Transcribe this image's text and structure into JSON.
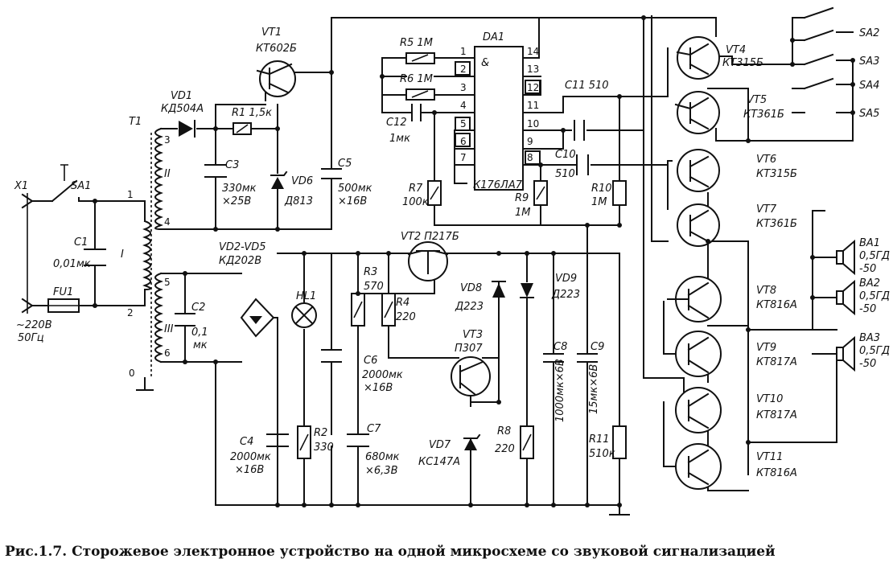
{
  "caption": "Рис.1.7. Сторожевое электронное устройство на одной микросхеме со звуковой сигнализацией",
  "labels": {
    "x1": "X1",
    "sa1": "SA1",
    "c1": "C1",
    "c1v": "0,01мк",
    "fu1": "FU1",
    "mains1": "~220В",
    "mains2": "50Гц",
    "t1": "T1",
    "wI": "I",
    "wII": "II",
    "wIII": "III",
    "p1": "1",
    "p2": "2",
    "p3": "3",
    "p4": "4",
    "p5": "5",
    "p6": "6",
    "p0": "0",
    "vd1": "VD1",
    "vd1t": "КД504А",
    "r1": "R1 1,5к",
    "vt1": "VT1",
    "vt1t": "КТ602Б",
    "c3": "C3",
    "c3v1": "330мк",
    "c3v2": "×25В",
    "vd6": "VD6",
    "vd6t": "Д813",
    "c5": "C5",
    "c5v1": "500мк",
    "c5v2": "×16В",
    "c2": "C2",
    "c2v1": "0,1",
    "c2v2": "мк",
    "vd25": "VD2-VD5",
    "vd25t": "КД202В",
    "hl1": "HL1",
    "c4": "C4",
    "c4v1": "2000мк",
    "c4v2": "×16В",
    "r2": "R2",
    "r2v": "330",
    "r3": "R3",
    "r3v": "570",
    "r4": "R4",
    "r4v": "220",
    "c6": "C6",
    "c6v1": "2000мк",
    "c6v2": "×16В",
    "c7": "C7",
    "c7v1": "680мк",
    "c7v2": "×6,3В",
    "vt2": "VT2  П217Б",
    "vt3": "VT3",
    "vt3t": "П307",
    "vd7": "VD7",
    "vd7t": "КС147А",
    "vd8": "VD8",
    "vd8t": "Д223",
    "vd9": "VD9",
    "vd9t": "Д223",
    "r8": "R8",
    "r8v": "220",
    "c8": "C8",
    "c8v": "1000мк×6В",
    "c9": "C9",
    "c9v": "15мк×6В",
    "r11": "R11",
    "r11v": "510к",
    "r5": "R5 1М",
    "r6": "R6 1М",
    "c12": "C12",
    "c12v": "1мк",
    "da1": "DA1",
    "da1t": "К176ЛА7",
    "amp": "&",
    "r7": "R7",
    "r7v": "100к",
    "r9": "R9",
    "r9v": "1М",
    "r10": "R10",
    "r10v": "1М",
    "c11": "C11 510",
    "c10": "C10",
    "c10v": "510",
    "vt4": "VT4",
    "vt4t": "КТ315Б",
    "vt5": "VT5",
    "vt5t": "КТ361Б",
    "vt6": "VT6",
    "vt6t": "КТ315Б",
    "vt7": "VT7",
    "vt7t": "КТ361Б",
    "vt8": "VT8",
    "vt8t": "КТ816А",
    "vt9": "VT9",
    "vt9t": "КТ817А",
    "vt10": "VT10",
    "vt10t": "КТ817А",
    "vt11": "VT11",
    "vt11t": "КТ816А",
    "sa2": "SA2",
    "sa3": "SA3",
    "sa4": "SA4",
    "sa5": "SA5",
    "ba1": "BA1",
    "ba2": "BA2",
    "ba3": "BA3",
    "ba_v1": "0,5ГД",
    "ba_v2": "-50"
  },
  "ic_pins": [
    "1",
    "2",
    "3",
    "4",
    "5",
    "6",
    "7",
    "14",
    "13",
    "12",
    "11",
    "10",
    "9",
    "8"
  ]
}
